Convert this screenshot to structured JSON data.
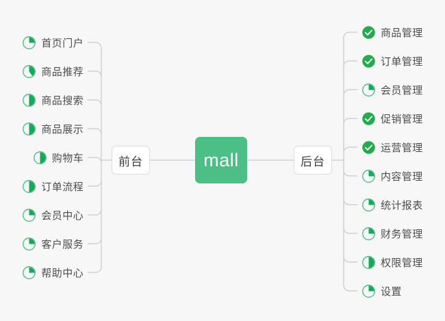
{
  "diagram": {
    "title": "mall",
    "background_color": "#f7f7f7",
    "accent_color": "#4cbf87",
    "done_color": "#22ac4b",
    "line_color": "#c9c9c9",
    "label_color": "#4d4d4d"
  },
  "root": {
    "label": "mall"
  },
  "branches": {
    "left": {
      "label": "前台",
      "items": [
        {
          "label": "首页门户",
          "icon": "pie-icon",
          "progress": 25
        },
        {
          "label": "商品推荐",
          "icon": "pie-icon",
          "progress": 40
        },
        {
          "label": "商品搜索",
          "icon": "pie-icon",
          "progress": 50
        },
        {
          "label": "商品展示",
          "icon": "pie-icon",
          "progress": 50
        },
        {
          "label": "购物车",
          "icon": "pie-icon",
          "progress": 50
        },
        {
          "label": "订单流程",
          "icon": "pie-icon",
          "progress": 50
        },
        {
          "label": "会员中心",
          "icon": "pie-icon",
          "progress": 25
        },
        {
          "label": "客户服务",
          "icon": "pie-icon",
          "progress": 25
        },
        {
          "label": "帮助中心",
          "icon": "pie-icon",
          "progress": 25
        }
      ]
    },
    "right": {
      "label": "后台",
      "items": [
        {
          "label": "商品管理",
          "icon": "check-circle-icon",
          "progress": 100
        },
        {
          "label": "订单管理",
          "icon": "check-circle-icon",
          "progress": 100
        },
        {
          "label": "会员管理",
          "icon": "pie-icon",
          "progress": 25
        },
        {
          "label": "促销管理",
          "icon": "check-circle-icon",
          "progress": 100
        },
        {
          "label": "运营管理",
          "icon": "check-circle-icon",
          "progress": 100
        },
        {
          "label": "内容管理",
          "icon": "pie-icon",
          "progress": 25
        },
        {
          "label": "统计报表",
          "icon": "pie-icon",
          "progress": 25
        },
        {
          "label": "财务管理",
          "icon": "pie-icon",
          "progress": 25
        },
        {
          "label": "权限管理",
          "icon": "pie-icon",
          "progress": 50
        },
        {
          "label": "设置",
          "icon": "pie-icon",
          "progress": 25
        }
      ]
    }
  }
}
